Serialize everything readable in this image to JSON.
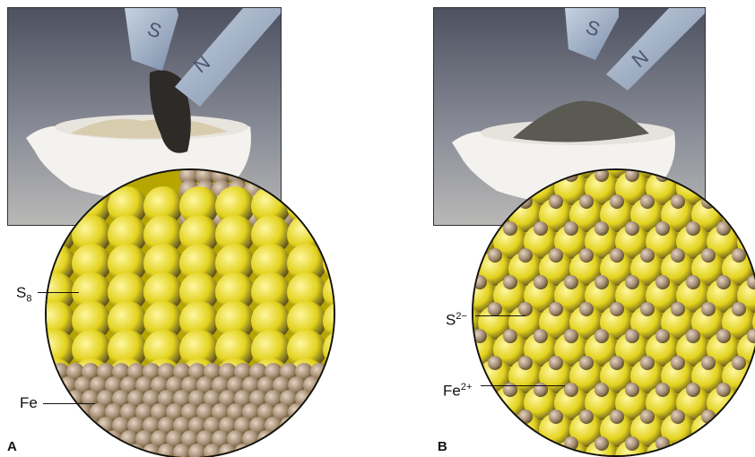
{
  "panels": [
    {
      "letter": "A",
      "magnet_poles": [
        "S",
        "N"
      ],
      "labels": [
        {
          "base": "S",
          "sub": "8",
          "sup": ""
        },
        {
          "base": "Fe",
          "sub": "",
          "sup": ""
        }
      ]
    },
    {
      "letter": "B",
      "magnet_poles": [
        "S",
        "N"
      ],
      "labels": [
        {
          "base": "S",
          "sub": "",
          "sup": "2−"
        },
        {
          "base": "Fe",
          "sub": "",
          "sup": "2+"
        }
      ]
    }
  ],
  "colors": {
    "sulfur": "#e2d21c",
    "iron": "#a38b72",
    "magnet": "#9fb0c8",
    "dish": "#f2f0ee",
    "background_photo": "#6b6f7a"
  }
}
